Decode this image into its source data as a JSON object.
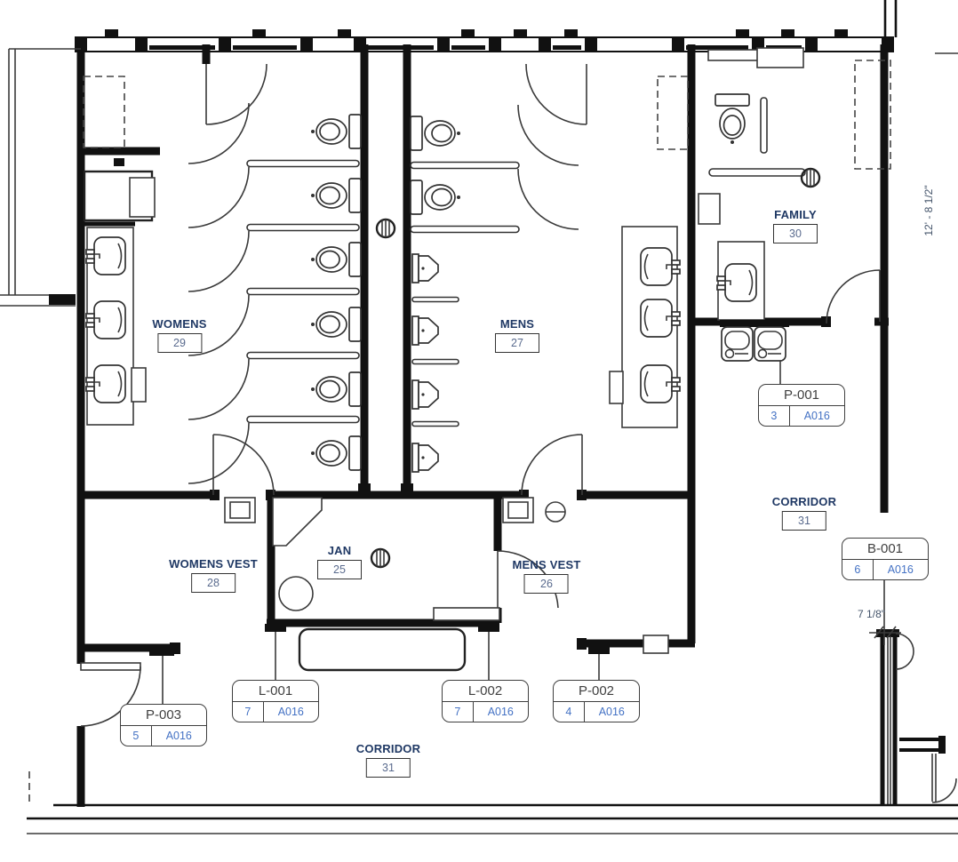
{
  "drawing": {
    "title": "Restroom core floor plan",
    "colors": {
      "wall": "#111111",
      "line": "#3a3a3a",
      "room_label": "#1f3864",
      "room_number": "#5a6b8e",
      "tag_title": "#3f3f3f",
      "tag_ref": "#4472c4",
      "dimension": "#44546a"
    }
  },
  "rooms": {
    "womens": {
      "label": "WOMENS",
      "number": "29"
    },
    "mens": {
      "label": "MENS",
      "number": "27"
    },
    "family": {
      "label": "FAMILY",
      "number": "30"
    },
    "jan": {
      "label": "JAN",
      "number": "25"
    },
    "womens_vest": {
      "label": "WOMENS VEST",
      "number": "28"
    },
    "mens_vest": {
      "label": "MENS VEST",
      "number": "26"
    },
    "corridor_right": {
      "label": "CORRIDOR",
      "number": "31"
    },
    "corridor_bottom": {
      "label": "CORRIDOR",
      "number": "31"
    }
  },
  "tags": {
    "p001": {
      "name": "P-001",
      "detail": "3",
      "sheet": "A016"
    },
    "b001": {
      "name": "B-001",
      "detail": "6",
      "sheet": "A016"
    },
    "p002": {
      "name": "P-002",
      "detail": "4",
      "sheet": "A016"
    },
    "p003": {
      "name": "P-003",
      "detail": "5",
      "sheet": "A016"
    },
    "l001": {
      "name": "L-001",
      "detail": "7",
      "sheet": "A016"
    },
    "l002": {
      "name": "L-002",
      "detail": "7",
      "sheet": "A016"
    }
  },
  "dimensions": {
    "wall_offset": "7 1/8\"",
    "vertical": "12' - 8 1/2\""
  }
}
